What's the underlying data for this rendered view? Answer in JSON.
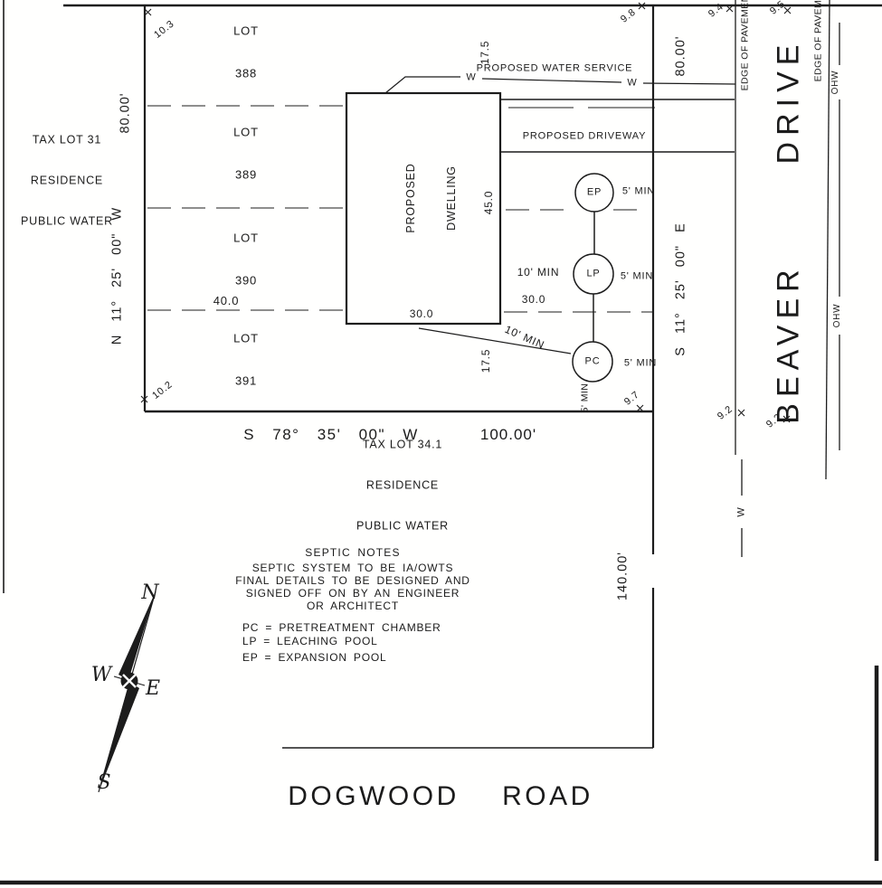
{
  "drawing": {
    "background": "#ffffff",
    "ink_color": "#1c1c1c"
  },
  "parcels": {
    "lot_388": {
      "name": "LOT",
      "number": "388"
    },
    "lot_389": {
      "name": "LOT",
      "number": "389"
    },
    "lot_390": {
      "name": "LOT",
      "number": "390"
    },
    "lot_391": {
      "name": "LOT",
      "number": "391"
    },
    "tax_lot_31": {
      "line1": "TAX LOT 31",
      "line2": "RESIDENCE",
      "line3": "PUBLIC WATER"
    },
    "tax_lot_34_1": {
      "line1": "TAX LOT 34.1",
      "line2": "RESIDENCE",
      "line3": "PUBLIC WATER"
    }
  },
  "bearings": {
    "west": "N 11° 25' 00\" W",
    "east": "S 11° 25' 00\" E",
    "south": "S 78° 35' 00\" W"
  },
  "dimensions": {
    "west_frontage": "80.00'",
    "east_frontage": "80.00'",
    "south_length": "100.00'",
    "east_lower_length": "140.00'",
    "lot_width": "40.0",
    "dwelling_width": "30.0",
    "dwelling_depth": "45.0",
    "water_offset": "17.5",
    "south_offset": "17.5",
    "lp_offset": "30.0"
  },
  "clearances": {
    "ep": "5' MIN",
    "lp": "5' MIN",
    "pc": "5' MIN",
    "pc_south": "5' MIN",
    "lp_side": "10' MIN",
    "pc_diagonal": "10' MIN"
  },
  "septic": {
    "ep": "EP",
    "lp": "LP",
    "pc": "PC"
  },
  "dwelling": {
    "line1": "PROPOSED",
    "line2": "DWELLING"
  },
  "utilities": {
    "water_service": "PROPOSED WATER SERVICE",
    "water_marker": "W",
    "driveway": "PROPOSED DRIVEWAY",
    "ohw": "OHW",
    "edge_of_pavement": "EDGE OF PAVEMENT"
  },
  "roads": {
    "beaver_word1": "BEAVER",
    "beaver_word2": "DRIVE",
    "dogwood": "DOGWOOD    ROAD"
  },
  "septic_notes": {
    "title": "SEPTIC NOTES",
    "line1": "SEPTIC SYSTEM TO BE IA/OWTS",
    "line2": "FINAL DETAILS TO BE DESIGNED AND",
    "line3": "SIGNED OFF ON BY AN ENGINEER",
    "line4": "OR ARCHITECT",
    "legend1": "PC = PRETREATMENT CHAMBER",
    "legend2": "LP = LEACHING POOL",
    "legend3": "EP = EXPANSION POOL"
  },
  "compass": {
    "north": "N",
    "south": "S",
    "east": "E",
    "west": "W"
  },
  "spot_elevations": {
    "marker": "x",
    "nw": "10.3",
    "ne_inner": "9.8",
    "pavement_w": "9.4",
    "pavement_e": "9.5",
    "sw": "10.2",
    "se_inner": "9.7",
    "south_pavement_1": "9.2",
    "south_pavement_2": "9.2"
  }
}
